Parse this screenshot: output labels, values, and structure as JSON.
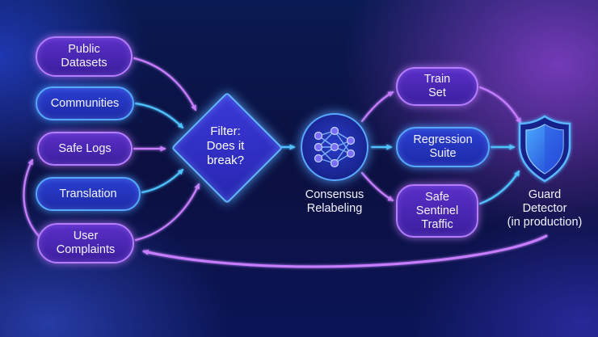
{
  "sources": {
    "public_datasets": [
      "Public",
      "Datasets"
    ],
    "communities": [
      "Communities"
    ],
    "safe_logs": [
      "Safe Logs"
    ],
    "translation": [
      "Translation"
    ],
    "user_complaints": [
      "User",
      "Complaints"
    ]
  },
  "filter": [
    "Filter:",
    "Does it",
    "break?"
  ],
  "consensus": [
    "Consensus",
    "Relabeling"
  ],
  "outputs": {
    "train_set": [
      "Train",
      "Set"
    ],
    "regression_suite": [
      "Regression",
      "Suite"
    ],
    "safe_sentinel_traffic": [
      "Safe",
      "Sentinel",
      "Traffic"
    ]
  },
  "guard": [
    "Guard",
    "Detector",
    "(in production)"
  ],
  "icons": {
    "network": "neural-network-icon",
    "shield": "shield-icon"
  },
  "colors": {
    "blue_edge": "#56a8ff",
    "purple_edge": "#b57cff",
    "arrow_purple": "#c77dff",
    "arrow_blue": "#4fc3ff"
  }
}
